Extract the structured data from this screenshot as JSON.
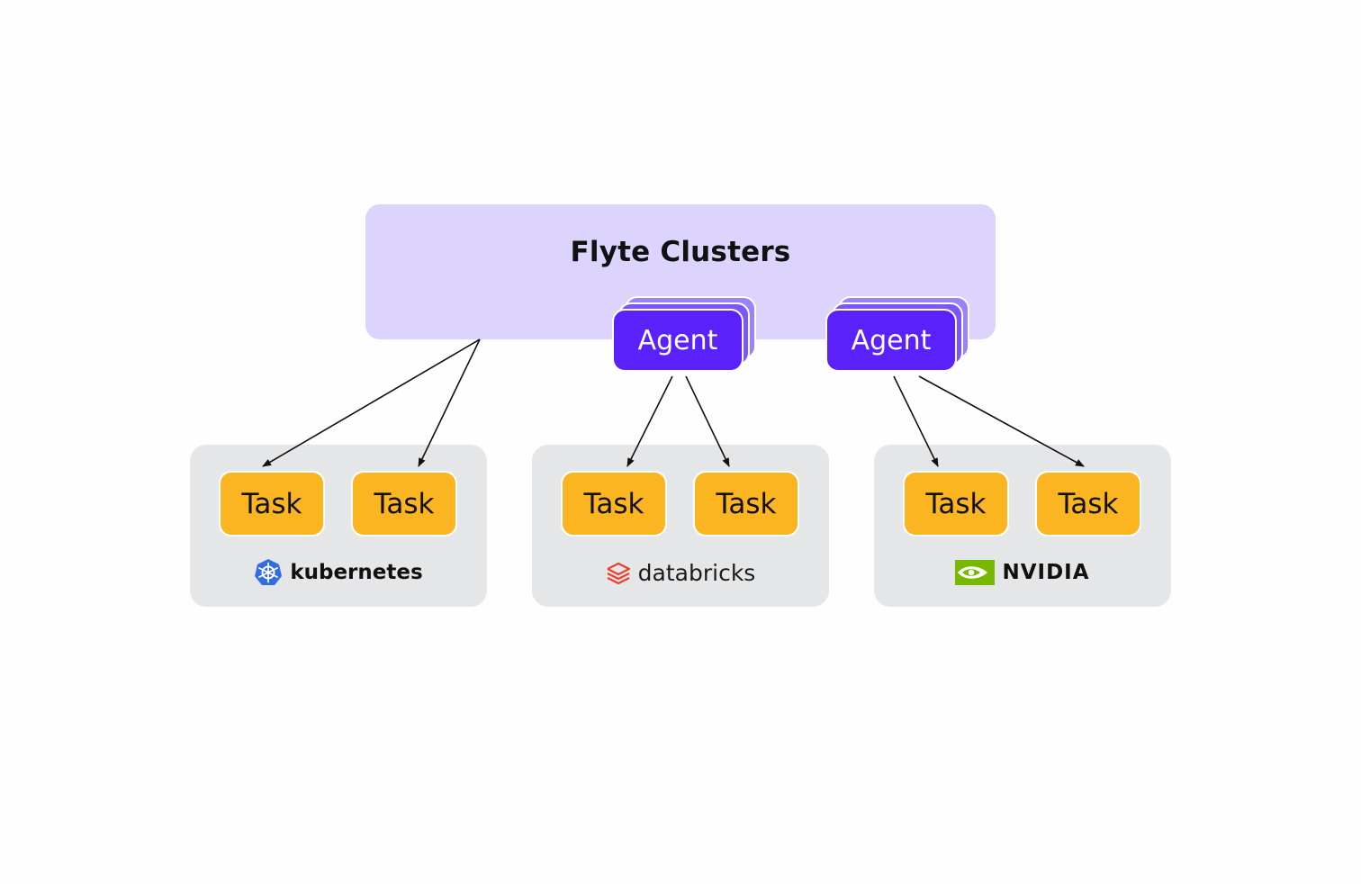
{
  "cluster": {
    "title": "Flyte Clusters"
  },
  "agents": [
    {
      "label": "Agent"
    },
    {
      "label": "Agent"
    }
  ],
  "providers": [
    {
      "tasks": [
        "Task",
        "Task"
      ],
      "logo_text": "kubernetes",
      "logo_icon": "kubernetes-helm-icon",
      "logo_color": "#326ce5"
    },
    {
      "tasks": [
        "Task",
        "Task"
      ],
      "logo_text": "databricks",
      "logo_icon": "databricks-layers-icon",
      "logo_color": "#ee3d2c"
    },
    {
      "tasks": [
        "Task",
        "Task"
      ],
      "logo_text": "NVIDIA",
      "logo_icon": "nvidia-eye-icon",
      "logo_color": "#76b900"
    }
  ],
  "colors": {
    "cluster_bg": "#ddd4fd",
    "agent": "#5a21fb",
    "task": "#fbb521",
    "provider_bg": "#e5e6e8"
  }
}
